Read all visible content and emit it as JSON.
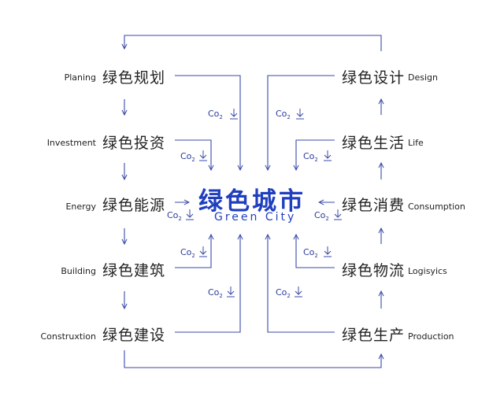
{
  "center": {
    "title": "绿色城市",
    "subtitle": "Green City"
  },
  "left_nodes": [
    {
      "cn": "绿色规划",
      "en": "Planing"
    },
    {
      "cn": "绿色投资",
      "en": "Investment"
    },
    {
      "cn": "绿色能源",
      "en": "Energy"
    },
    {
      "cn": "绿色建筑",
      "en": "Building"
    },
    {
      "cn": "绿色建设",
      "en": "Construxtion"
    }
  ],
  "right_nodes": [
    {
      "cn": "绿色设计",
      "en": "Design"
    },
    {
      "cn": "绿色生活",
      "en": "Life"
    },
    {
      "cn": "绿色消费",
      "en": "Consumption"
    },
    {
      "cn": "绿色物流",
      "en": "Logisyics"
    },
    {
      "cn": "绿色生产",
      "en": "Production"
    }
  ],
  "co2_label": {
    "main": "Co",
    "sub": "2"
  },
  "colors": {
    "title": "#1f3fbf",
    "line": "#3a4aa8",
    "text": "#222222"
  }
}
